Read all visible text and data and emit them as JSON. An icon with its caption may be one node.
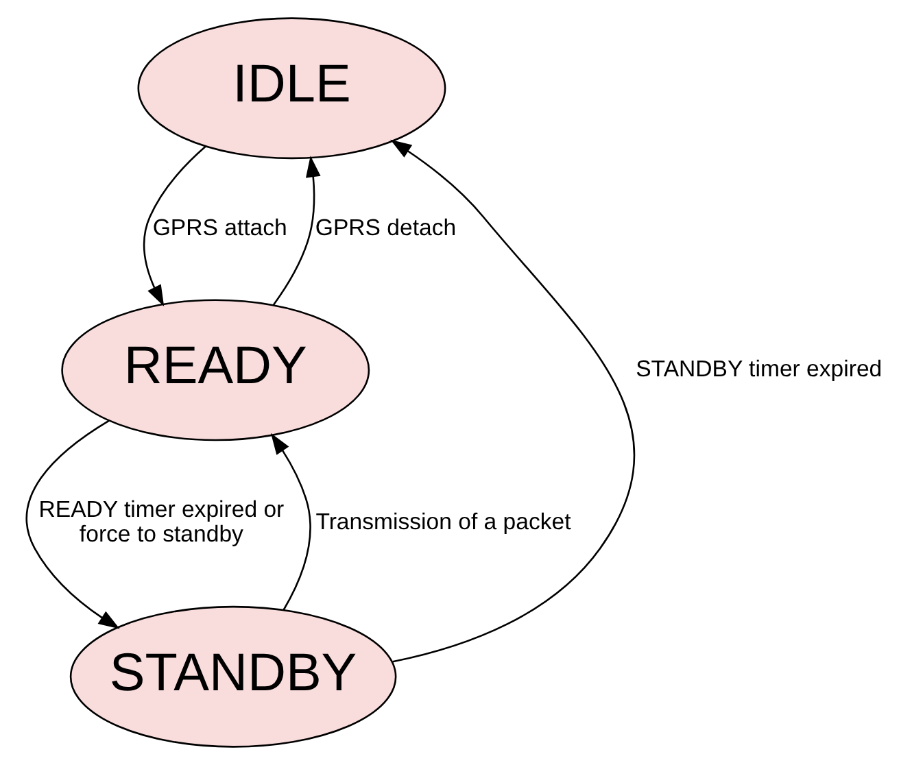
{
  "diagram": {
    "nodes": [
      {
        "text": [
          "IDLE"
        ]
      },
      {
        "text": [
          "READY"
        ]
      },
      {
        "text": [
          "STANDBY"
        ]
      }
    ],
    "edges": [
      {
        "from": 0,
        "to": 1,
        "arrow": "to",
        "label": "GPRS attach"
      },
      {
        "from": 1,
        "to": 0,
        "arrow": "to",
        "label": "GPRS detach"
      },
      {
        "from": 1,
        "to": 2,
        "arrow": "to",
        "label": "READY timer expired or force to standby"
      },
      {
        "from": 2,
        "to": 1,
        "arrow": "to",
        "label": "Transmission of a packet"
      },
      {
        "from": 2,
        "to": 0,
        "arrow": "to",
        "label": "STANDBY timer expired"
      }
    ]
  }
}
